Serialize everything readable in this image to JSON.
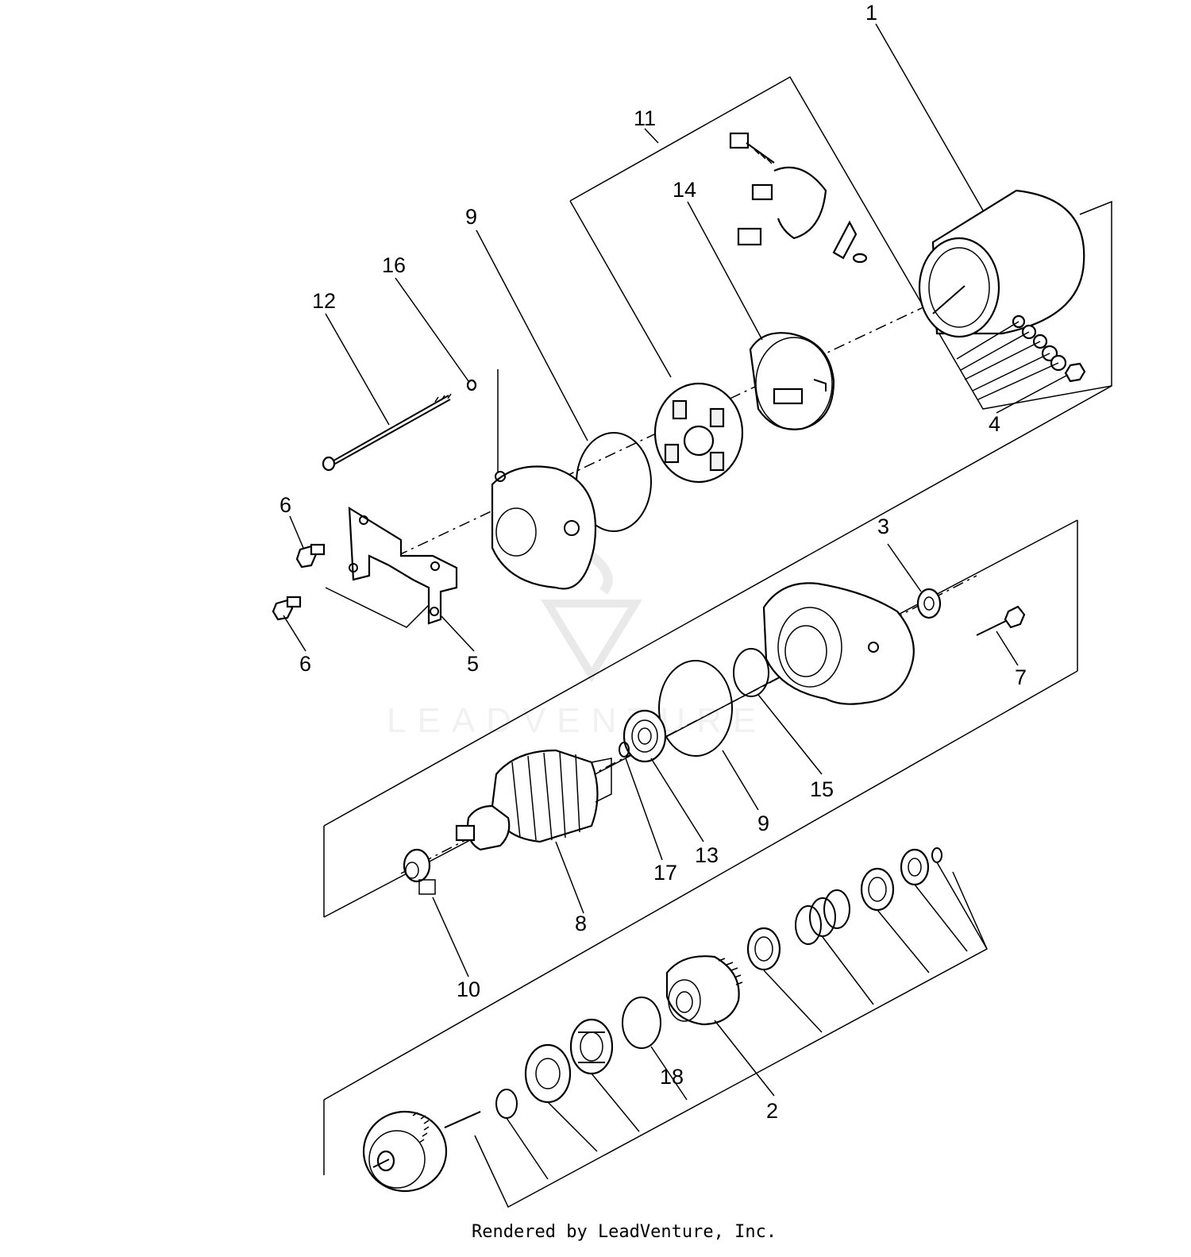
{
  "diagram": {
    "callouts": [
      {
        "id": "1",
        "label": "1"
      },
      {
        "id": "2",
        "label": "2"
      },
      {
        "id": "3",
        "label": "3"
      },
      {
        "id": "4",
        "label": "4"
      },
      {
        "id": "5",
        "label": "5"
      },
      {
        "id": "6a",
        "label": "6"
      },
      {
        "id": "6b",
        "label": "6"
      },
      {
        "id": "7",
        "label": "7"
      },
      {
        "id": "8",
        "label": "8"
      },
      {
        "id": "9a",
        "label": "9"
      },
      {
        "id": "9b",
        "label": "9"
      },
      {
        "id": "10",
        "label": "10"
      },
      {
        "id": "11",
        "label": "11"
      },
      {
        "id": "12",
        "label": "12"
      },
      {
        "id": "13",
        "label": "13"
      },
      {
        "id": "14",
        "label": "14"
      },
      {
        "id": "15",
        "label": "15"
      },
      {
        "id": "16",
        "label": "16"
      },
      {
        "id": "17",
        "label": "17"
      },
      {
        "id": "18",
        "label": "18"
      }
    ],
    "footer_credit": "Rendered by LeadVenture, Inc.",
    "watermark": "LEADVENTURE"
  }
}
